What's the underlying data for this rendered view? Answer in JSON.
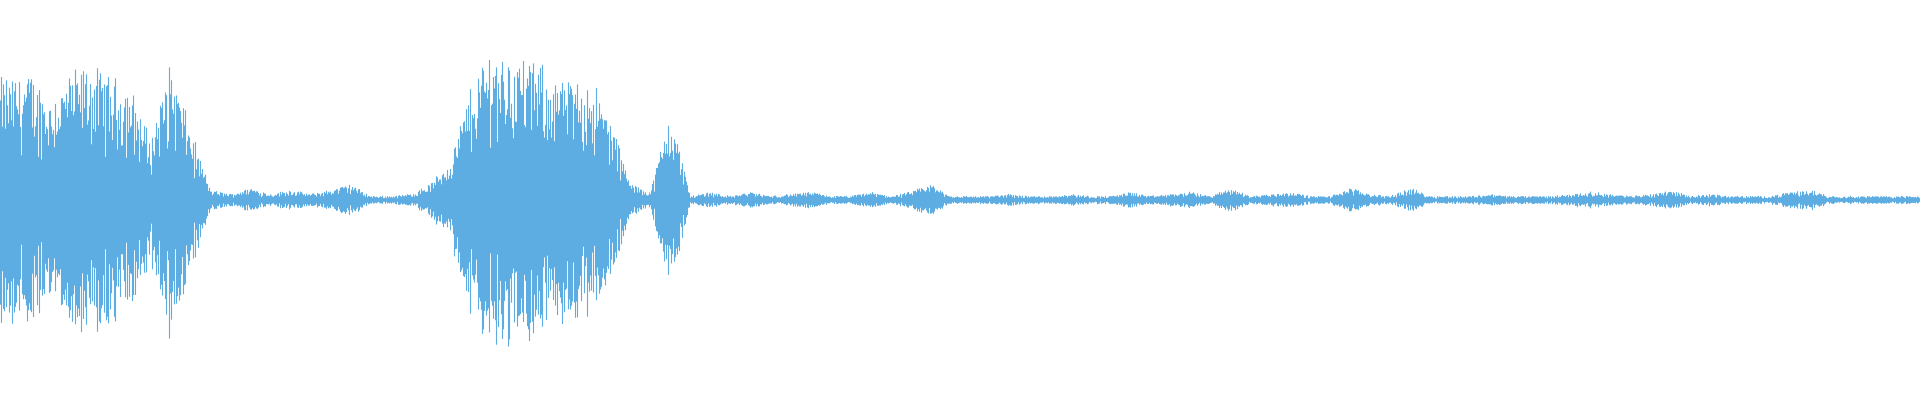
{
  "chart_data": {
    "type": "area",
    "title": "",
    "xlabel": "",
    "ylabel": "",
    "ylim": [
      -1,
      1
    ],
    "grid": false,
    "legend": "none",
    "color": "#5dade2",
    "background": "#ffffff",
    "envelope_bins": 96,
    "envelope": [
      0.6,
      0.62,
      0.5,
      0.62,
      0.65,
      0.6,
      0.55,
      0.3,
      0.68,
      0.35,
      0.05,
      0.03,
      0.06,
      0.03,
      0.05,
      0.03,
      0.05,
      0.08,
      0.02,
      0.02,
      0.03,
      0.08,
      0.2,
      0.55,
      0.75,
      0.7,
      0.68,
      0.62,
      0.58,
      0.6,
      0.4,
      0.08,
      0.04,
      0.45,
      0.02,
      0.04,
      0.02,
      0.04,
      0.02,
      0.03,
      0.04,
      0.02,
      0.02,
      0.04,
      0.02,
      0.04,
      0.08,
      0.02,
      0.02,
      0.02,
      0.03,
      0.02,
      0.02,
      0.03,
      0.02,
      0.02,
      0.04,
      0.02,
      0.03,
      0.04,
      0.02,
      0.06,
      0.02,
      0.03,
      0.04,
      0.02,
      0.02,
      0.06,
      0.03,
      0.02,
      0.06,
      0.02,
      0.02,
      0.02,
      0.03,
      0.02,
      0.02,
      0.02,
      0.03,
      0.04,
      0.03,
      0.02,
      0.03,
      0.05,
      0.02,
      0.03,
      0.02,
      0.02,
      0.02,
      0.04,
      0.05,
      0.02,
      0.02,
      0.02,
      0.02,
      0.02
    ]
  }
}
